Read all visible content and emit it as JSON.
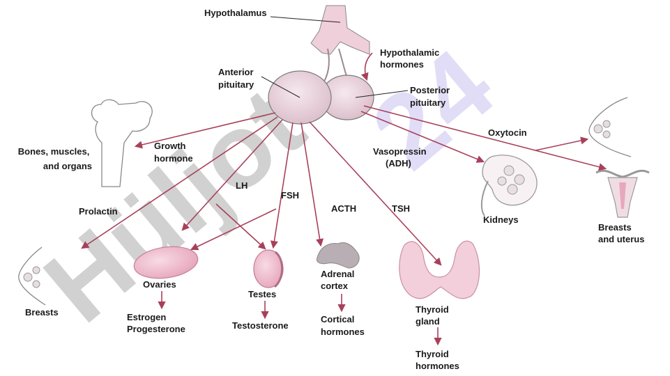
{
  "labels": {
    "hypothalamus": "Hypothalamus",
    "hypothalamic_hormones": [
      "Hypothalamic",
      "hormones"
    ],
    "anterior_pituitary": [
      "Anterior",
      "pituitary"
    ],
    "posterior_pituitary": [
      "Posterior",
      "pituitary"
    ],
    "bones": [
      "Bones, muscles,",
      "and organs"
    ],
    "growth_hormone": [
      "Growth",
      "hormone"
    ],
    "oxytocin": "Oxytocin",
    "vasopressin": [
      "Vasopressin",
      "(ADH)"
    ],
    "kidneys": "Kidneys",
    "breasts_uterus": [
      "Breasts",
      "and uterus"
    ],
    "prolactin": "Prolactin",
    "lh": "LH",
    "fsh": "FSH",
    "acth": "ACTH",
    "tsh": "TSH",
    "breasts": "Breasts",
    "ovaries": "Ovaries",
    "ovaries_product": [
      "Estrogen",
      "Progesterone"
    ],
    "testes": "Testes",
    "testes_product": "Testosterone",
    "adrenal": [
      "Adrenal",
      "cortex"
    ],
    "adrenal_product": [
      "Cortical",
      "hormones"
    ],
    "thyroid": [
      "Thyroid",
      "gland"
    ],
    "thyroid_product": [
      "Thyroid",
      "hormones"
    ]
  },
  "watermark": {
    "text_grey": "Hüljot",
    "text_purple": "24"
  },
  "colors": {
    "arrow": "#a8405a",
    "gland_fill": "#ead3dc",
    "tissue_pink": "#f1c6d4",
    "outline": "#6b6b6b"
  }
}
